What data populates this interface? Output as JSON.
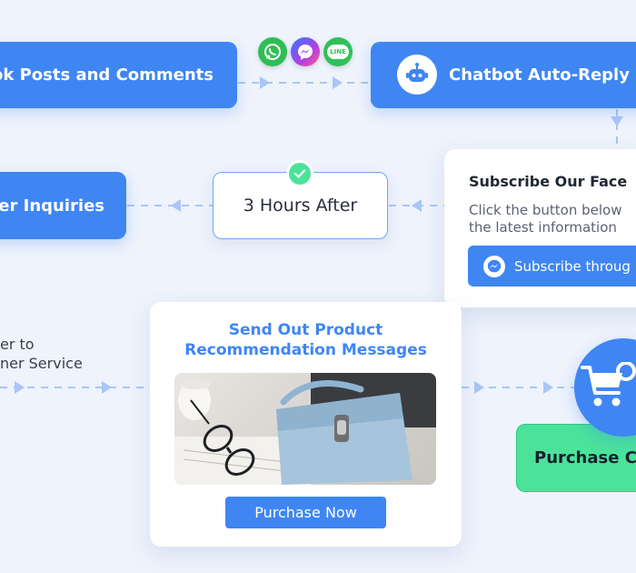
{
  "nodes": {
    "facebook_posts": "ook Posts and Comments",
    "chatbot_reply": "Chatbot Auto-Reply a",
    "customer_inquiries": "ner Inquiries",
    "hours_after": "3 Hours After",
    "transfer_line1": "er to",
    "transfer_line2": "ner Service",
    "purchase": "Purchase C"
  },
  "subscribe_card": {
    "title": "Subscribe Our Face",
    "desc_line1": "Click the button below",
    "desc_line2": "the latest information",
    "button_label": "Subscribe throug"
  },
  "product_card": {
    "title_line1": "Send Out Product",
    "title_line2": "Recommendation Messages",
    "button_label": "Purchase Now"
  },
  "icons": {
    "whatsapp": "whatsapp-icon",
    "messenger": "messenger-icon",
    "line": "line-icon",
    "line_text": "LINE",
    "robot": "robot-icon",
    "check": "check-icon",
    "cart": "cart-icon"
  },
  "colors": {
    "primary": "#3f86f3",
    "accent_green": "#4be39a",
    "background": "#eef3fc",
    "connector": "#a9c6f5"
  }
}
